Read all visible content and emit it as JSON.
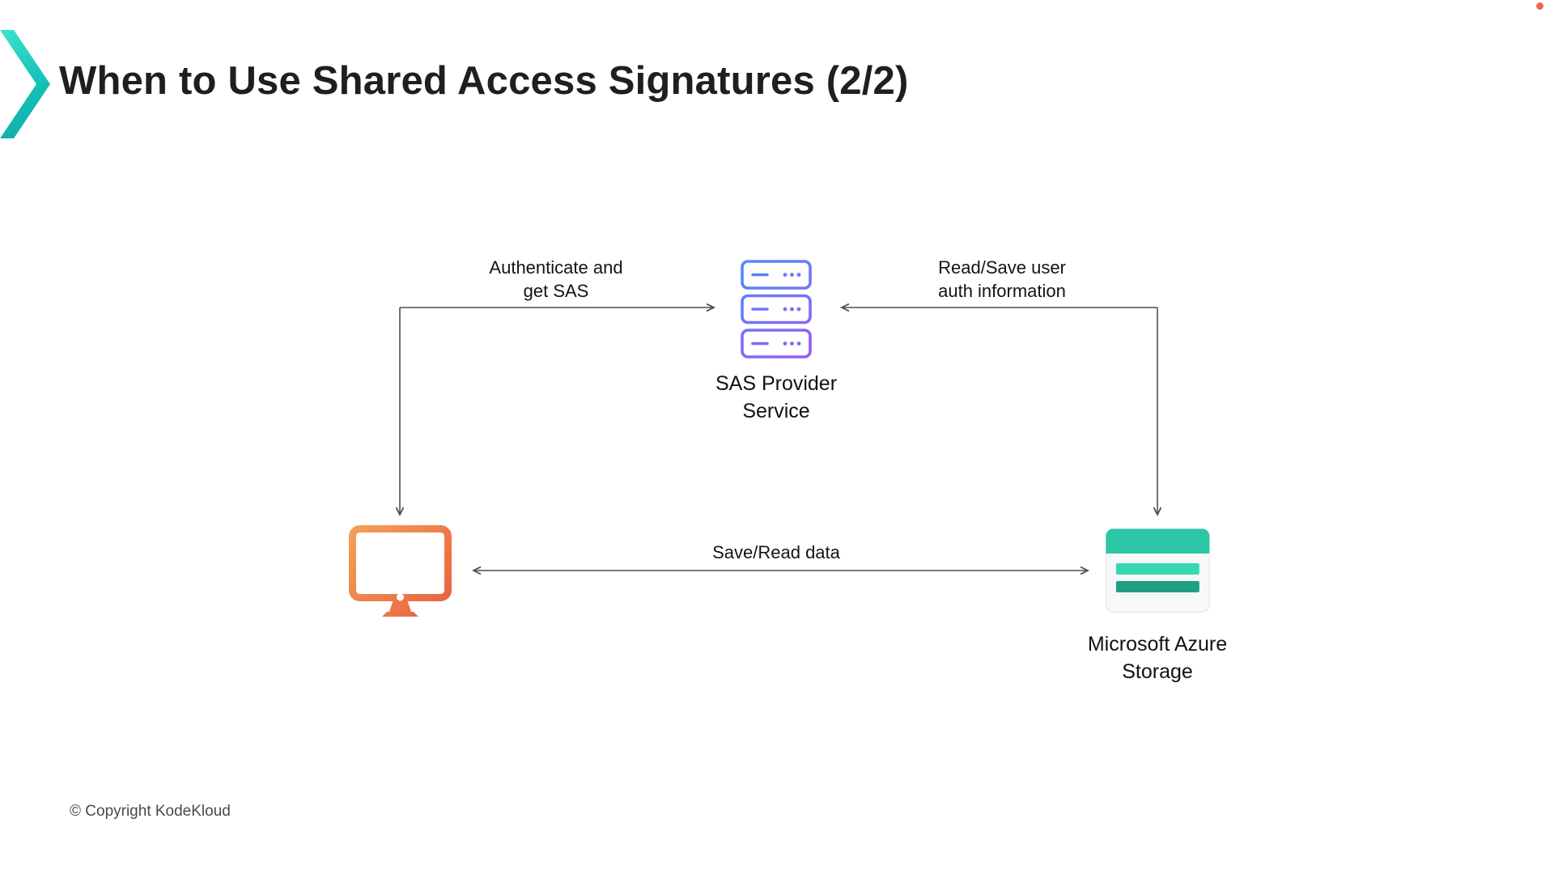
{
  "slide": {
    "title": "When to Use Shared Access Signatures (2/2)",
    "footer_copyright": "© Copyright KodeKloud"
  },
  "diagram": {
    "nodes": {
      "sas_provider": {
        "label": "SAS Provider\nService",
        "icon": "server-stack-icon"
      },
      "client": {
        "icon": "desktop-monitor-icon"
      },
      "azure_storage": {
        "label": "Microsoft Azure\nStorage",
        "icon": "storage-table-icon"
      }
    },
    "edges": {
      "authenticate": {
        "label": "Authenticate and\nget SAS",
        "from": "client",
        "to": "sas_provider",
        "direction": "bidirectional"
      },
      "read_save_auth": {
        "label": "Read/Save user\nauth information",
        "from": "azure_storage",
        "to": "sas_provider",
        "direction": "bidirectional"
      },
      "save_read_data": {
        "label": "Save/Read data",
        "from": "client",
        "to": "azure_storage",
        "direction": "bidirectional"
      }
    }
  },
  "branding": {
    "logo": "kodekloud-chevron-logo"
  },
  "colors": {
    "background": "#ffffff",
    "title_text": "#1f1f1f",
    "label_text": "#141414",
    "arrow": "#4f4f4f",
    "logo_teal": "#17C2B8",
    "server_gradient_start": "#4E8CF9",
    "server_gradient_end": "#9B59F6",
    "monitor_gradient_start": "#F4A259",
    "monitor_gradient_end": "#E85C3F",
    "storage_header_teal": "#2BC7A7",
    "storage_row_light": "#38D8B2",
    "storage_row_dark": "#1FA085",
    "corner_dot": "#ED6A45"
  }
}
